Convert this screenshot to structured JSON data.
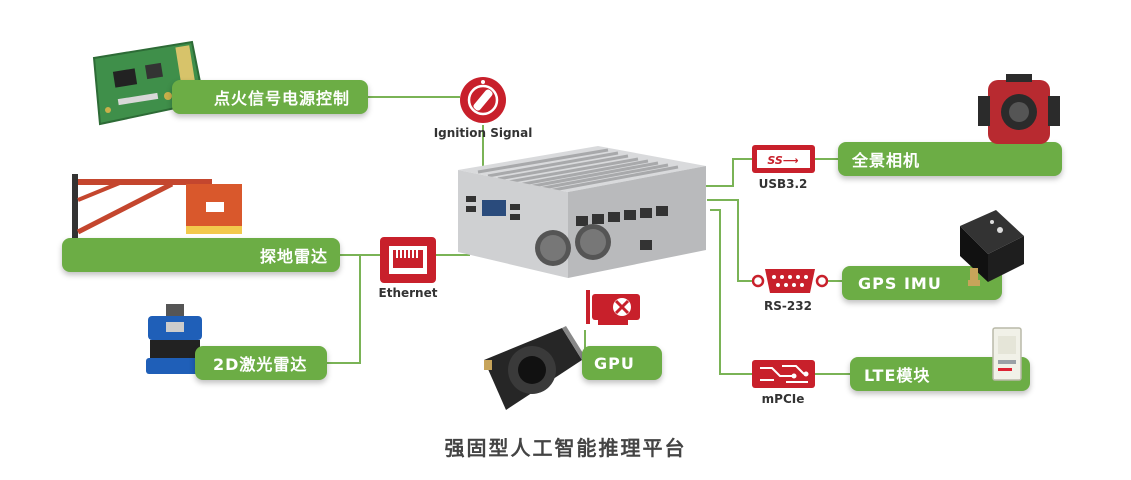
{
  "labels": {
    "ignition_power": "点火信号电源控制",
    "gpr": "探地雷达",
    "lidar": "2D激光雷达",
    "gpu": "GPU",
    "panorama_camera": "全景相机",
    "gps_imu": "GPS IMU",
    "lte_module": "LTE模块"
  },
  "ports": {
    "ignition": "Ignition Signal",
    "ethernet": "Ethernet",
    "usb": "USB3.2",
    "rs232": "RS-232",
    "mpcie": "mPCIe"
  },
  "caption": "强固型人工智能推理平台",
  "colors": {
    "green": "#6cad45",
    "red": "#c8202b",
    "line": "#7ab356"
  }
}
